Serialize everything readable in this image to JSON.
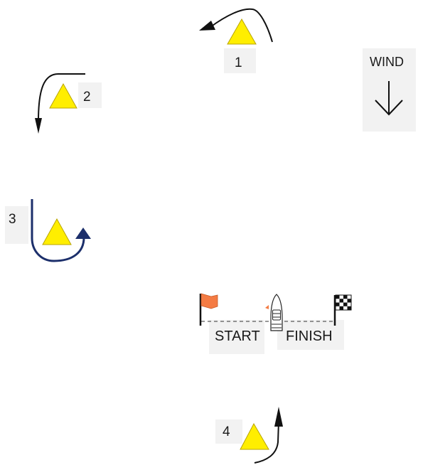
{
  "marks": [
    {
      "id": "1",
      "label": "1"
    },
    {
      "id": "2",
      "label": "2"
    },
    {
      "id": "3",
      "label": "3"
    },
    {
      "id": "4",
      "label": "4"
    }
  ],
  "wind": {
    "label": "WIND",
    "icon": "arrow-down-icon"
  },
  "start_label": "START",
  "finish_label": "FINISH",
  "colors": {
    "buoy": "#ffee00",
    "buoy_stroke": "#b8a400",
    "arrow": "#111111",
    "arrow_mark3": "#1c2f6b",
    "start_flag": "#f47b43",
    "label_bg": "#f2f2f2"
  }
}
